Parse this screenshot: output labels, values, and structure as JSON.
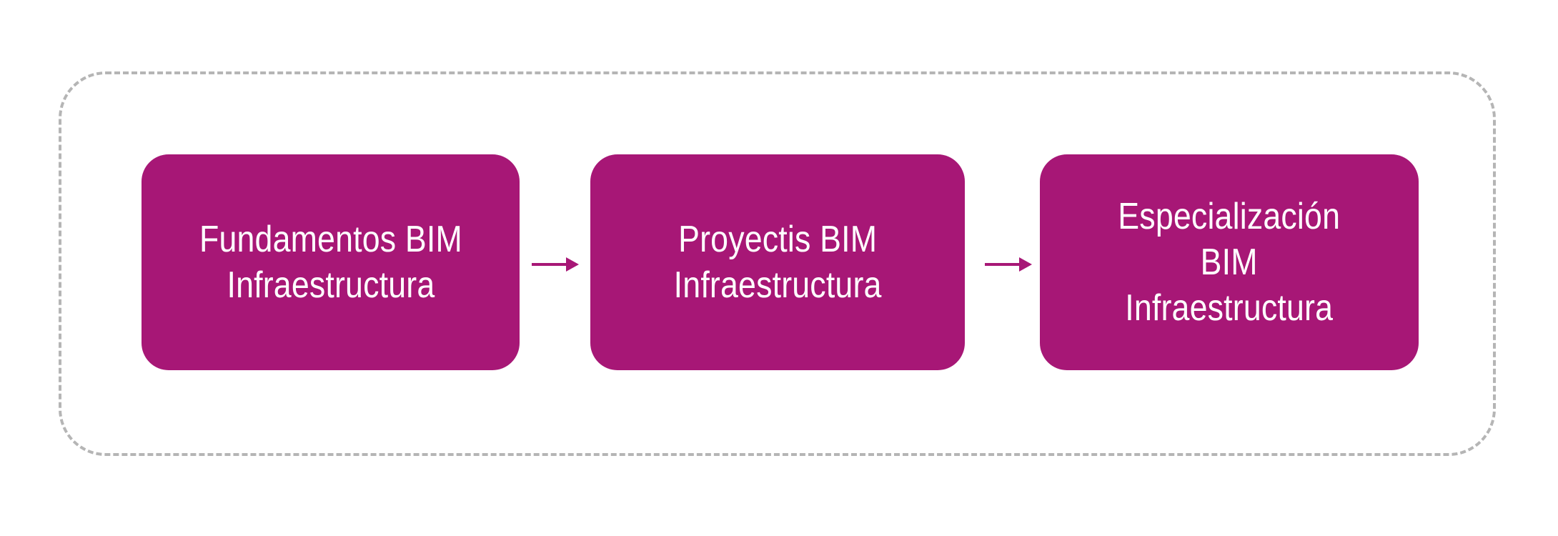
{
  "diagram": {
    "colors": {
      "box_fill": "#a71776",
      "box_text": "#ffffff",
      "arrow": "#a71776",
      "frame_border": "#b5b5b5"
    },
    "steps": [
      {
        "lines": [
          "Fundamentos BIM",
          "Infraestructura"
        ]
      },
      {
        "lines": [
          "Proyectis BIM",
          "Infraestructura"
        ]
      },
      {
        "lines": [
          "Especialización",
          "BIM",
          "Infraestructura"
        ]
      }
    ],
    "connectors": [
      {
        "from": 0,
        "to": 1,
        "icon": "arrow-right-icon"
      },
      {
        "from": 1,
        "to": 2,
        "icon": "arrow-right-icon"
      }
    ]
  }
}
